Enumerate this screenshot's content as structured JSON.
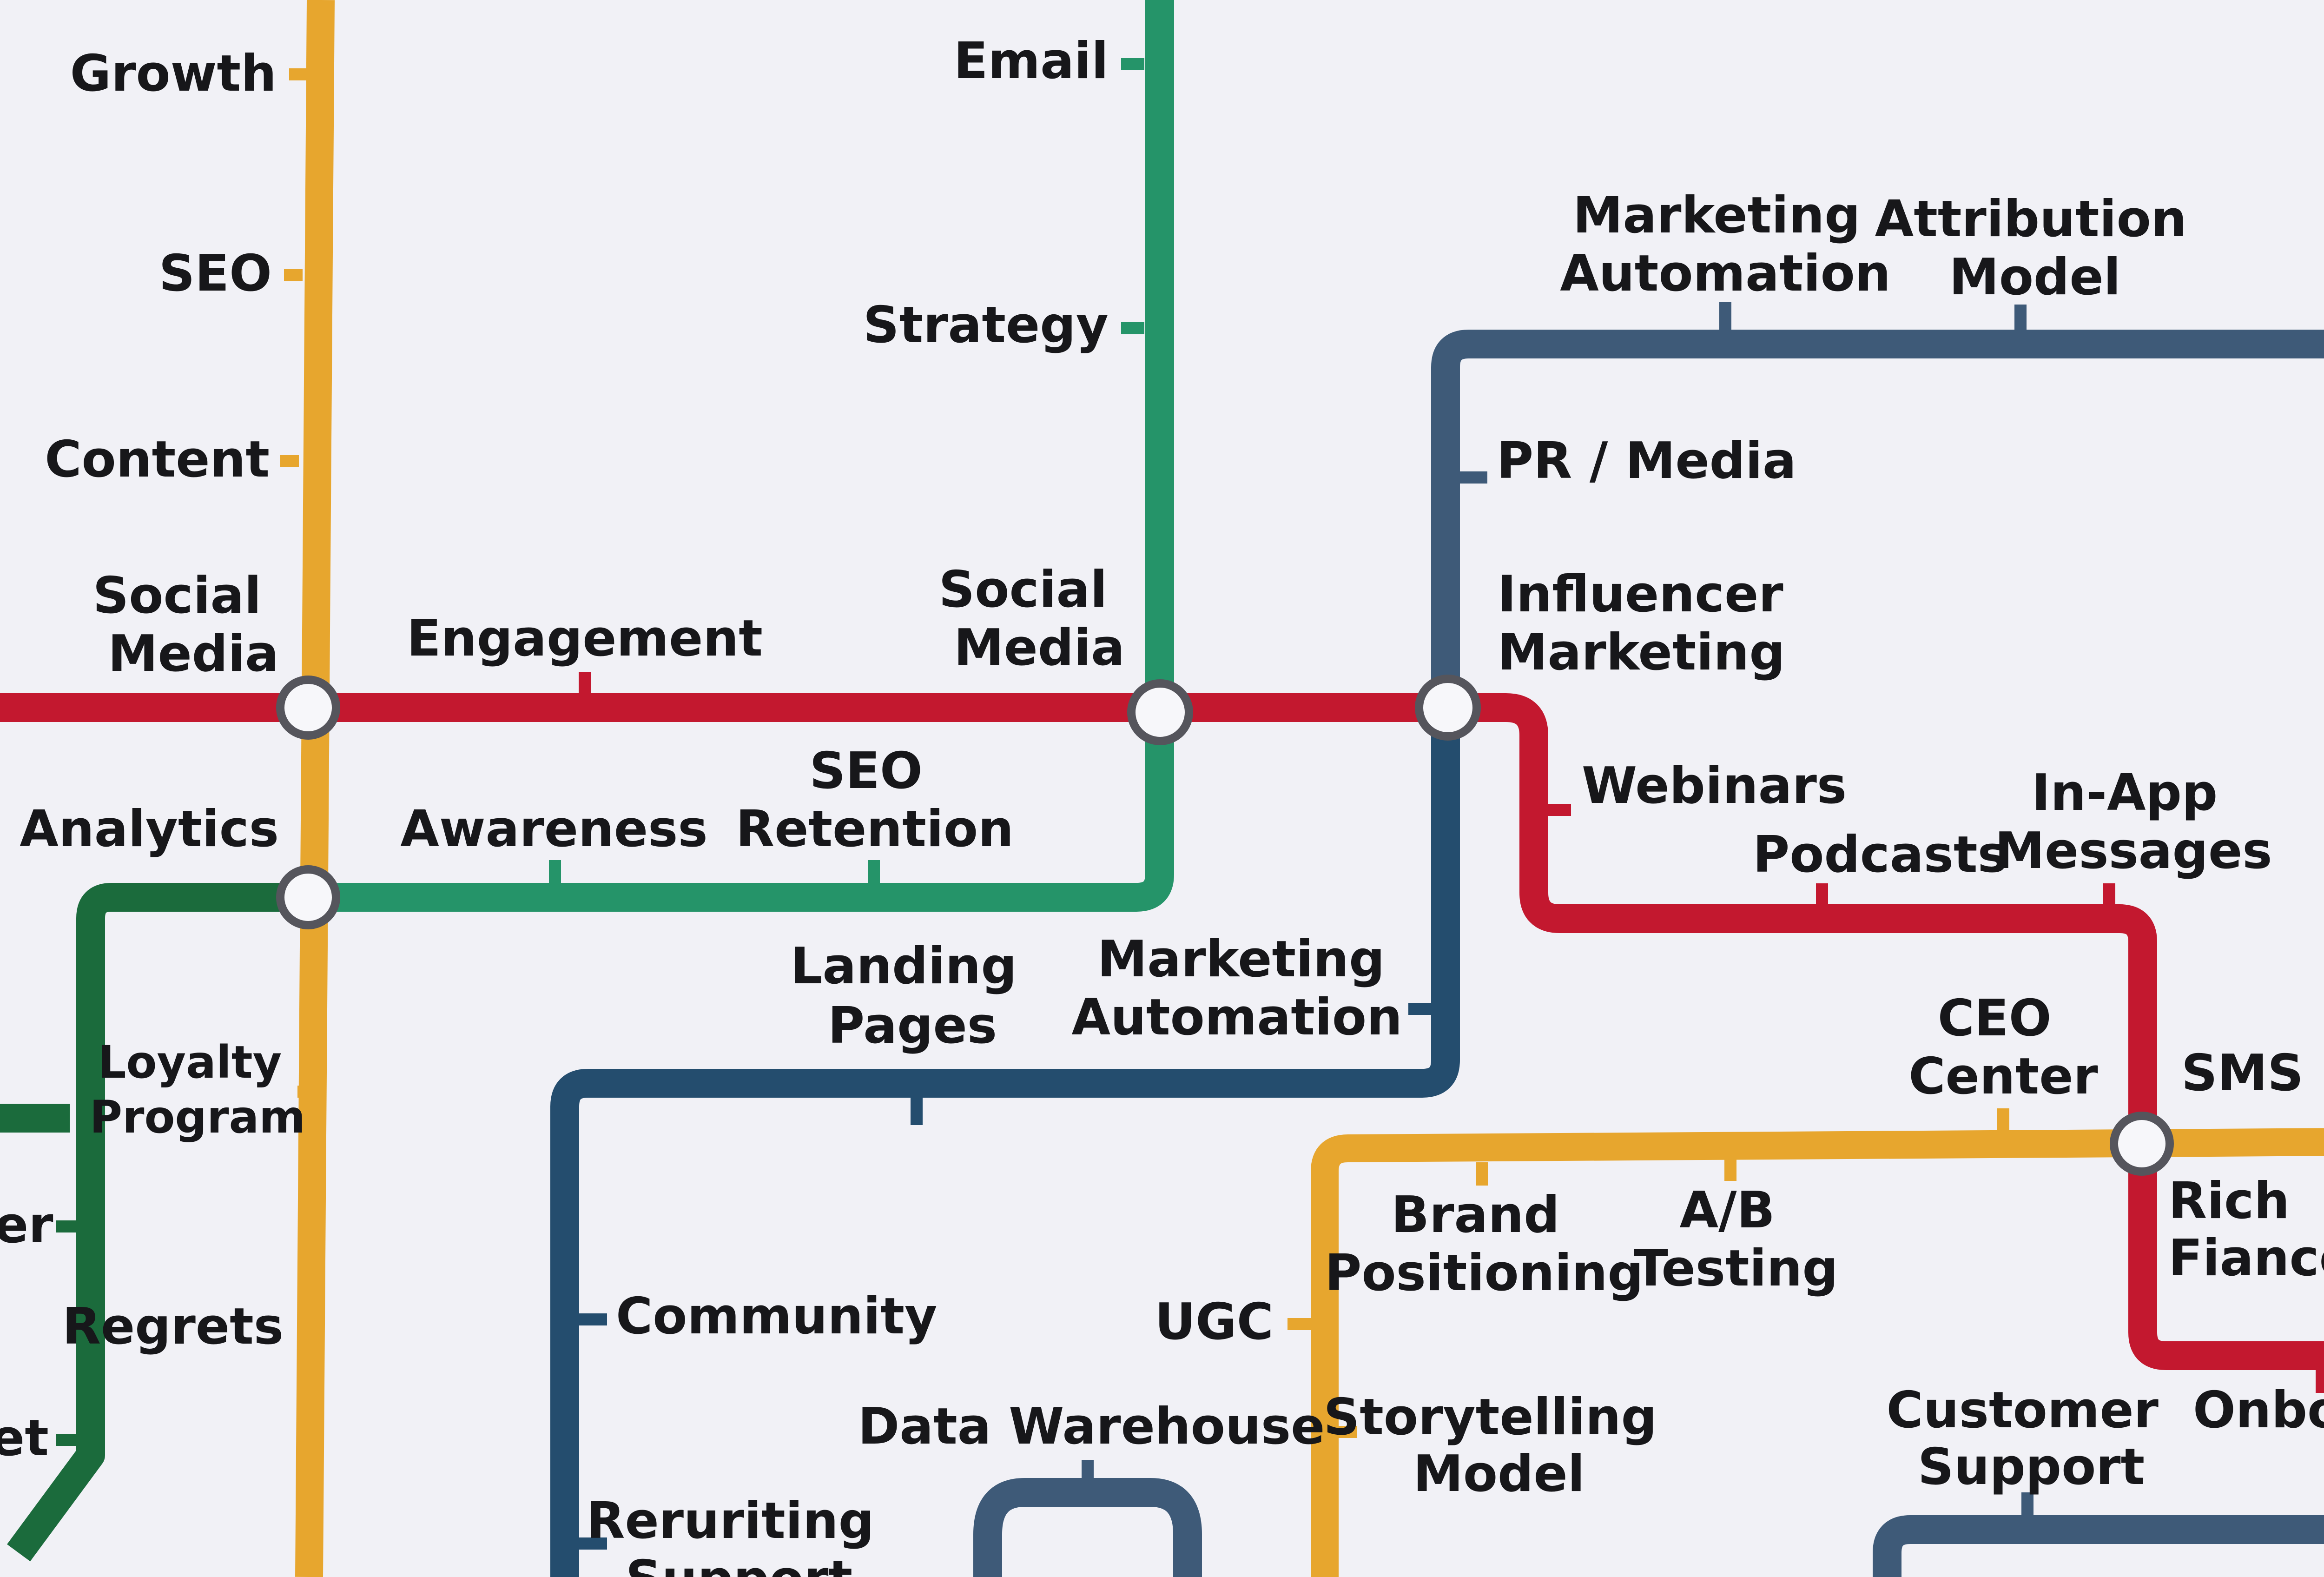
{
  "colors": {
    "background": "#f1f1f6",
    "yellow_line": "#e7a62e",
    "green_line": "#259469",
    "red_line": "#c3182f",
    "navy_line": "#244d6e",
    "dark_green_line": "#1b6b3c",
    "slate_line": "#3e5a78",
    "text": "#17171a"
  },
  "labels": {
    "growth": "Growth",
    "seo": "SEO",
    "content": "Content",
    "social_media_left_1": "Social",
    "social_media_left_2": "Media",
    "engagement": "Engagement",
    "email": "Email",
    "strategy": "Strategy",
    "social_media_mid_1": "Social",
    "social_media_mid_2": "Media",
    "marketing_automation_top_1": "Marketing",
    "marketing_automation_top_2": "Automation",
    "attribution_model_1": "Attribution",
    "attribution_model_2": "Model",
    "pr_media": "PR / Media",
    "influencer_marketing_1": "Influencer",
    "influencer_marketing_2": "Marketing",
    "webinars": "Webinars",
    "podcasts": "Podcasts",
    "in_app_messages_1": "In-App",
    "in_app_messages_2": "Messages",
    "analytics": "Analytics",
    "awareness": "Awareness",
    "seo_retention_1": "SEO",
    "seo_retention_2": "Retention",
    "landing_pages_1": "Landing",
    "landing_pages_2": "Pages",
    "marketing_automation_mid_1": "Marketing",
    "marketing_automation_mid_2": "Automation",
    "loyalty_program_1": "Loyalty",
    "loyalty_program_2": "Program",
    "partial_er": "er",
    "regrets": "Regrets",
    "partial_et": "et",
    "community": "Community",
    "reruriting_support_1": "Reruriting",
    "reruriting_support_2": "Support",
    "data_warehouse": "Data Warehouse",
    "ugc": "UGC",
    "ceo_center_1": "CEO",
    "ceo_center_2": "Center",
    "sms": "SMS",
    "brand_positioning_1": "Brand",
    "brand_positioning_2": "Positioning",
    "ab_testing_1": "A/B",
    "ab_testing_2": "Testing",
    "rich_fiance_1": "Rich",
    "rich_fiance_2": "Fiance",
    "storytelling_model_1": "Storytelling",
    "storytelling_model_2": "Model",
    "customer_support_1": "Customer",
    "customer_support_2": "Support",
    "onboarding_partial": "Onboar"
  }
}
